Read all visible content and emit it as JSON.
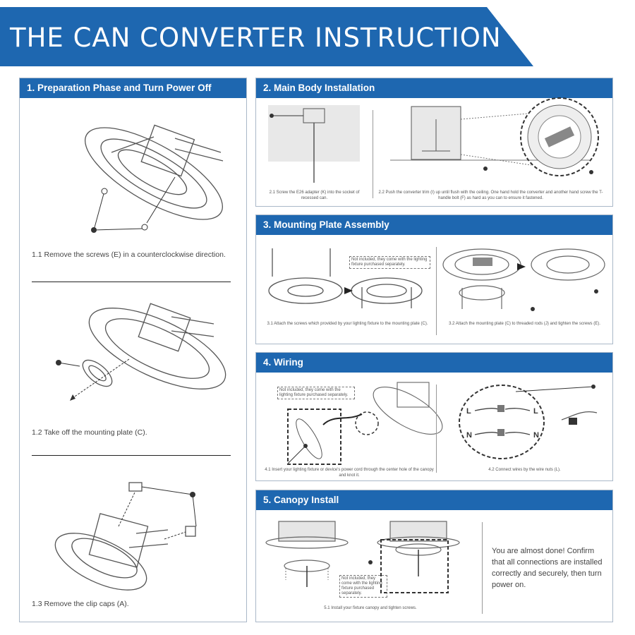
{
  "header": {
    "title": "THE CAN CONVERTER INSTRUCTION",
    "color": "#1e67b0"
  },
  "sections": [
    {
      "title": "1. Preparation Phase and Turn Power Off",
      "steps": [
        "1.1 Remove the screws (E) in a counterclockwise direction.",
        "1.2 Take off the mounting plate (C).",
        "1.3 Remove the clip caps (A)."
      ]
    },
    {
      "title": "2. Main Body Installation",
      "steps": [
        "2.1 Screw the E26 adapter (K) into the socket of recessed can.",
        "2.2 Push the converter trim (I) up until flush with the ceiling. One hand hold the converter and another hand screw the T-handle bolt (F) as hard as you can to ensure it fastened."
      ]
    },
    {
      "title": "3. Mounting Plate Assembly",
      "note": "Not included, they come with the lighting fixture purchased separately.",
      "steps": [
        "3.1 Attach the screws which provided by your lighting fixture to the mounting plate (C).",
        "3.2 Attach the mounting plate (C) to threaded rods (J) and tighten the screws (E)."
      ]
    },
    {
      "title": "4. Wiring",
      "note": "Not included, they come with the lighting fixture purchased separately.",
      "steps": [
        "4.1 Insert your lighting fixture or device's power cord through the center hole of the canopy and knot it.",
        "4.2 Connect wires by the wire nuts (L)."
      ],
      "wire_labels": {
        "line": "L",
        "neutral": "N"
      }
    },
    {
      "title": "5. Canopy Install",
      "note": "Not included, they come with the lighting fixture purchased separately.",
      "steps": [
        "5.1 Install your fixture canopy and tighten screws."
      ],
      "final": "You are almost done! Confirm that all connections are installed correctly and securely, then turn power on."
    }
  ]
}
